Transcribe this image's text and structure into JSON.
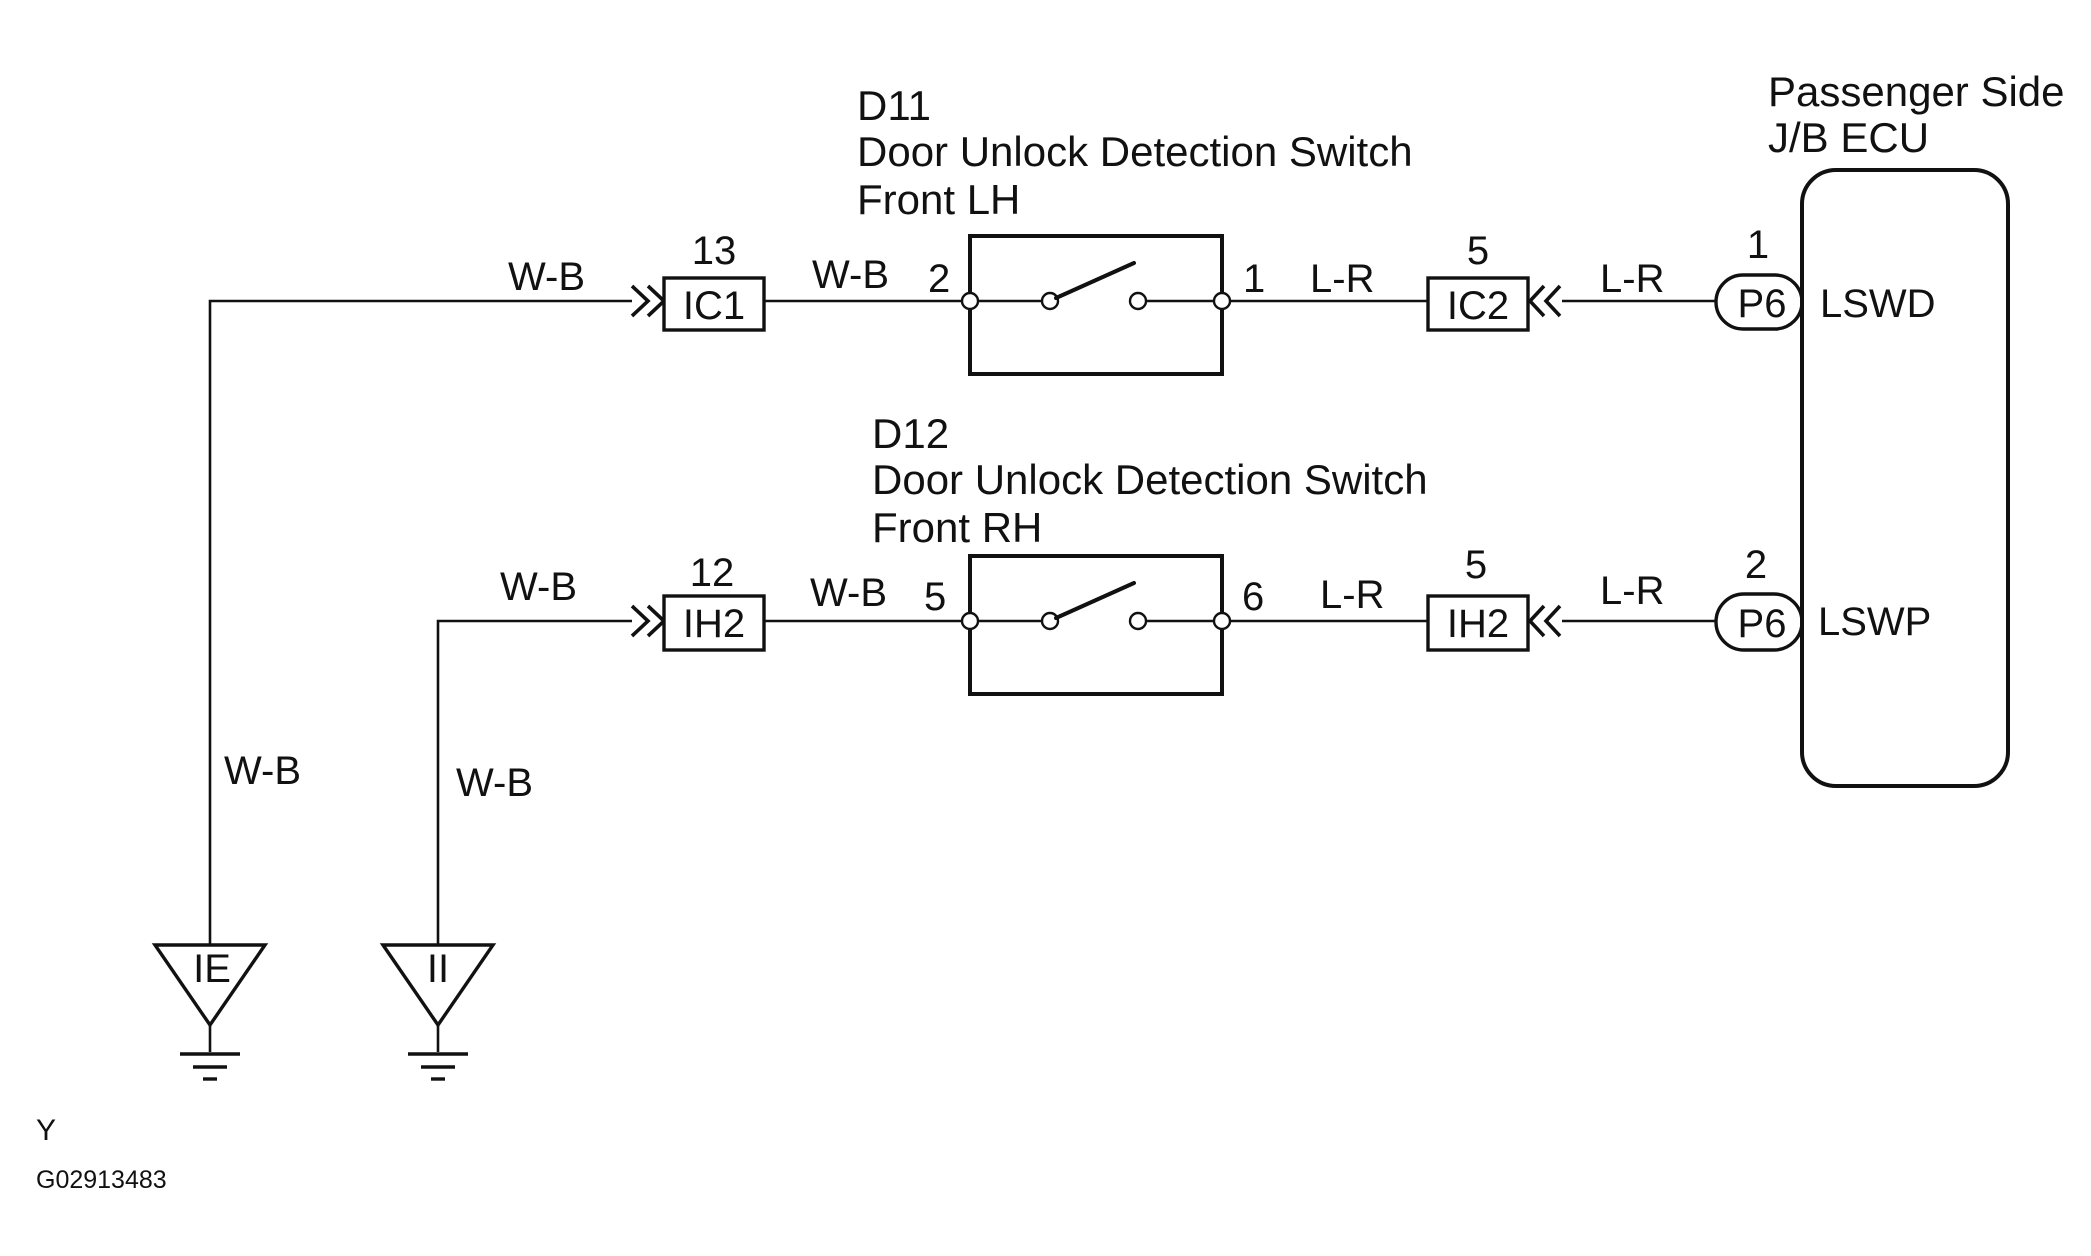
{
  "d11": {
    "code": "D11",
    "name": "Door Unlock Detection Switch",
    "side": "Front LH",
    "pin_left": "2",
    "pin_right": "1"
  },
  "d12": {
    "code": "D12",
    "name": "Door Unlock Detection Switch",
    "side": "Front RH",
    "pin_left": "5",
    "pin_right": "6"
  },
  "ecu": {
    "title_line1": "Passenger Side",
    "title_line2": "J/B ECU",
    "terminal_top": "LSWD",
    "terminal_bottom": "LSWP"
  },
  "connectors": {
    "ic1": {
      "name": "IC1",
      "pin": "13"
    },
    "ic2": {
      "name": "IC2",
      "pin": "5"
    },
    "ih2_left": {
      "name": "IH2",
      "pin": "12"
    },
    "ih2_right": {
      "name": "IH2",
      "pin": "5"
    },
    "p6_top": {
      "name": "P6",
      "pin": "1"
    },
    "p6_bottom": {
      "name": "P6",
      "pin": "2"
    }
  },
  "wires": {
    "top_ground_vertical": "W-B",
    "top_to_ic1": "W-B",
    "ic1_to_d11": "W-B",
    "d11_to_ic2": "L-R",
    "ic2_to_p6": "L-R",
    "bottom_ground_vertical": "W-B",
    "bottom_to_ih2": "W-B",
    "ih2_to_d12": "W-B",
    "d12_to_ih2": "L-R",
    "ih2_to_p6": "L-R"
  },
  "grounds": {
    "left": "IE",
    "right": "II"
  },
  "footer": {
    "letter": "Y",
    "code": "G02913483"
  }
}
